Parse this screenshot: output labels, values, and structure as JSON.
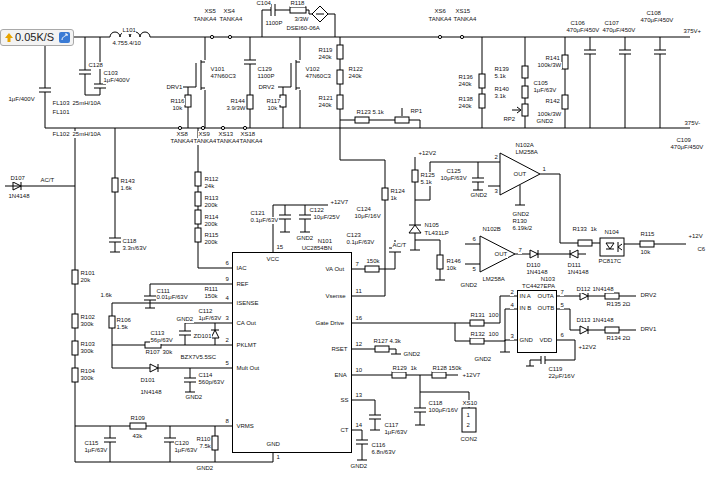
{
  "diagram": {
    "nodes": [
      {
        "text": [
          "0.05K/S"
        ]
      },
      {
        "text": [
          "N101",
          "UC2854BN"
        ]
      },
      {
        "text": [
          "N103",
          "TC4427EPA"
        ]
      }
    ],
    "labels": [
      "L101",
      "4.755.4/10",
      "XS5",
      "XS4",
      "TANKA4",
      "TANKA4",
      "C104",
      "1100P",
      "R118",
      "3/3W",
      "DSEI60-06A",
      "R119",
      "240k",
      "R121",
      "240k",
      "R122",
      "240k",
      "R123",
      "5.1k",
      "RP1",
      "XS6",
      "XS15",
      "TANKA4",
      "TANKA4",
      "R136",
      "240k",
      "R138",
      "240k",
      "R139",
      "5.1k",
      "R140",
      "3.1k",
      "RP2",
      "C105",
      "1μF/63V",
      "GND2",
      "C106",
      "470μF/450V",
      "C107",
      "470μF/450V",
      "C108",
      "470μF/450V",
      "375V+",
      "R141",
      "100k/3W",
      "R142",
      "100k/3W",
      "375V-",
      "C109",
      "470μF/450V",
      "C128",
      "C103",
      "1μF/400V",
      "1μF/400V",
      "FL103",
      "25mH/10A",
      "FL101",
      "FL102",
      "25mH/10A",
      "V101",
      "47N60C3",
      "DRV1",
      "C129",
      "1100P",
      "DRV2",
      "V102",
      "47N60C3",
      "R116",
      "10k",
      "R144",
      "3.9/3W",
      "R117",
      "10k",
      "XS8",
      "XS9",
      "XS13",
      "XS18",
      "TANKA4",
      "TANKA4",
      "TANKA4",
      "TANKA4",
      "D107",
      "1N4148",
      "AC/T",
      "R143",
      "1.6k",
      "R112",
      "24k",
      "R113",
      "200k",
      "R114",
      "200k",
      "R115",
      "200k",
      "C118",
      "3.3n/63V",
      "C111",
      "0.01μF/63V",
      "R111",
      "150k",
      "C112",
      "1μF/63V",
      "GND2",
      "BZX7V5.5SC",
      "ZD101",
      "R101",
      "20k",
      "R102",
      "300k",
      "R103",
      "300k",
      "R104",
      "300k",
      "1.6k",
      "R106",
      "1.5k",
      "R107",
      "30k",
      "C113",
      "56p/63V",
      "D101",
      "1N4148",
      "C114",
      "560p/63V",
      "GND2",
      "R109",
      "43k",
      "C115",
      "1μF/63V",
      "C120",
      "1μF/63V",
      "R110",
      "7.5k",
      "GND2",
      "IAC",
      "REF",
      "ISENSE",
      "CA Out",
      "PKLMT",
      "Mult Out",
      "VRMS",
      "VCC",
      "GND",
      "VA Out",
      "Vsense",
      "Gate Drive",
      "RSET",
      "ENA",
      "SS",
      "CT",
      "6",
      "9",
      "4",
      "3",
      "2",
      "5",
      "8",
      "15",
      "1",
      "7",
      "11",
      "16",
      "12",
      "10",
      "13",
      "14",
      "+12V7",
      "C121",
      "0.1μF/63V",
      "C122",
      "10μF/25V",
      "GND2",
      "C123",
      "0.1μF/63V",
      "150k",
      "R124",
      "1k",
      "+12V2",
      "R125",
      "5.1k",
      "C124",
      "10μF/16V",
      "N105",
      "TL431LP",
      "AC/T",
      "R146",
      "10k",
      "C125",
      "10μF/63V",
      "GND2",
      "N102A",
      "LM258A",
      "OUT",
      "2",
      "3",
      "1",
      "GND2",
      "R130",
      "6.19k/2",
      "R133",
      "1k",
      "N104",
      "PC817C",
      "R115",
      "10k",
      "+12V",
      "C6",
      "N102B",
      "LM258A",
      "OUT",
      "6",
      "5",
      "7",
      "GND2",
      "D110",
      "1N4148",
      "D111",
      "1N4148",
      "IN A",
      "IN B",
      "GND",
      "OUTA",
      "OUTB",
      "VDD",
      "2",
      "4",
      "3",
      "7",
      "5",
      "6",
      "R131",
      "100",
      "R132",
      "100",
      "GND2",
      "C119",
      "22μF/16V",
      "+12V2",
      "D112",
      "1N4148",
      "D113",
      "1N4148",
      "R135",
      "2Ω",
      "R134",
      "2Ω",
      "DRV2",
      "DRV1",
      "R127",
      "4.3k",
      "GND2",
      "R129",
      "1k",
      "R128",
      "150k",
      "+12V7",
      "C118",
      "100μF/16V",
      "XS10",
      "CON2",
      "1",
      "2",
      "C117",
      "1μF/63V",
      "C116",
      "6.8n/63V",
      "GND2"
    ]
  }
}
